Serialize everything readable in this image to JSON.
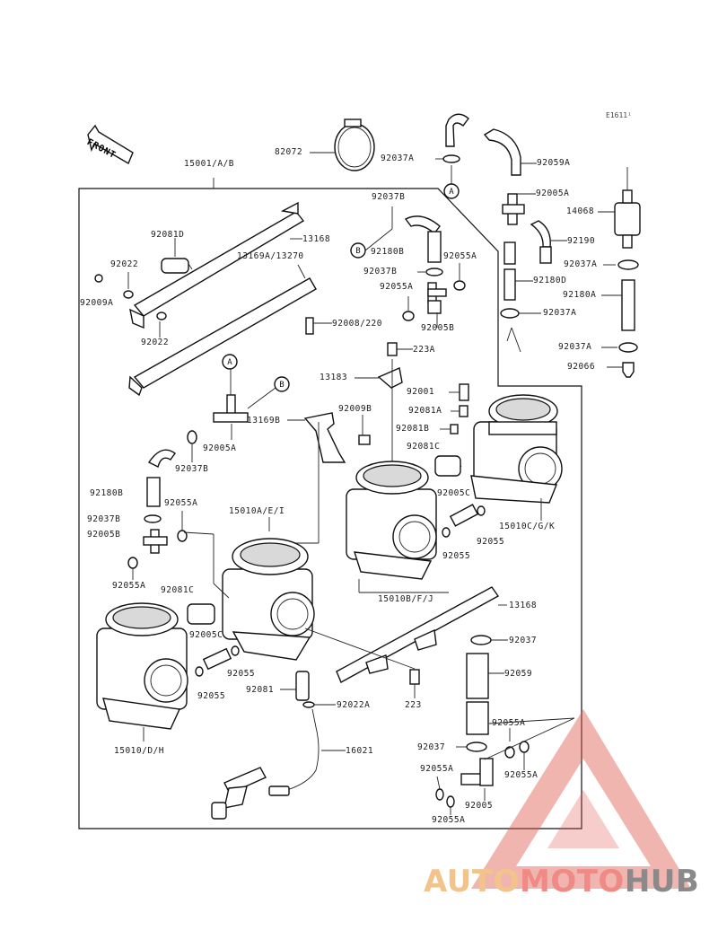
{
  "diagram_code": "E1611¹",
  "front_label": "FRONT",
  "callout_letters": [
    "A",
    "B"
  ],
  "watermark": {
    "part1": "AUTO",
    "part2": "MOTO",
    "part3": "HUB"
  },
  "labels": {
    "p82072": "82072",
    "p92037_a_top": "92037A",
    "p92059_a": "92059A",
    "p15001": "15001/A/B",
    "p92005_a_top": "92005A",
    "p14068": "14068",
    "p92037b_top": "92037B",
    "p92081d": "92081D",
    "p13168_top": "13168",
    "p13169a": "13169A/13270",
    "p92022_top": "92022",
    "p92009a": "92009A",
    "p92022_bottom": "92022",
    "p92180b_top": "92180B",
    "p92037b_mid": "92037B",
    "p92055a_top": "92055A",
    "p92055a_mid": "92055A",
    "p92005b_top": "92005B",
    "p92008": "92008/220",
    "p223a": "223A",
    "p92190": "92190",
    "p92180d": "92180D",
    "p92037a_r1": "92037A",
    "p92180a": "92180A",
    "p92037a_r2": "92037A",
    "p92037a_r3": "92037A",
    "p92066": "92066",
    "p13183": "13183",
    "p92001": "92001",
    "p92081a": "92081A",
    "p92081b": "92081B",
    "p92081c_right": "92081C",
    "p92005c_right": "92005C",
    "p15010c": "15010C/G/K",
    "p92055_r": "92055",
    "p92055_r2": "92055",
    "p13169b": "13169B",
    "p92009b": "92009B",
    "p92005a_mid": "92005A",
    "p92037b_left": "92037B",
    "p92180b_left": "92180B",
    "p92055a_left": "92055A",
    "p92037b_left2": "92037B",
    "p92005b_left": "92005B",
    "p92055a_left2": "92055A",
    "p15010a": "15010A/E/I",
    "p15010b": "15010B/F/J",
    "p13168_bottom": "13168",
    "p92081c_left": "92081C",
    "p92037_bottom": "92037",
    "p92005c_left": "92005C",
    "p92055_left": "92055",
    "p92055_left2": "92055",
    "p92059": "92059",
    "p92081": "92081",
    "p92022a": "92022A",
    "p223": "223",
    "p15010d": "15010/D/H",
    "p16021": "16021",
    "p92037_bot2": "92037",
    "p92055a_b1": "92055A",
    "p92055a_b2": "92055A",
    "p92055a_b3": "92055A",
    "p92005_bottom": "92005",
    "p92055a_b4": "92055A"
  },
  "colors": {
    "line": "#111111",
    "watermark_triangle": "#e05a4e",
    "watermark_auto": "#f2c48c",
    "watermark_moto": "#f08a86",
    "watermark_hub": "#8a8a8a"
  }
}
